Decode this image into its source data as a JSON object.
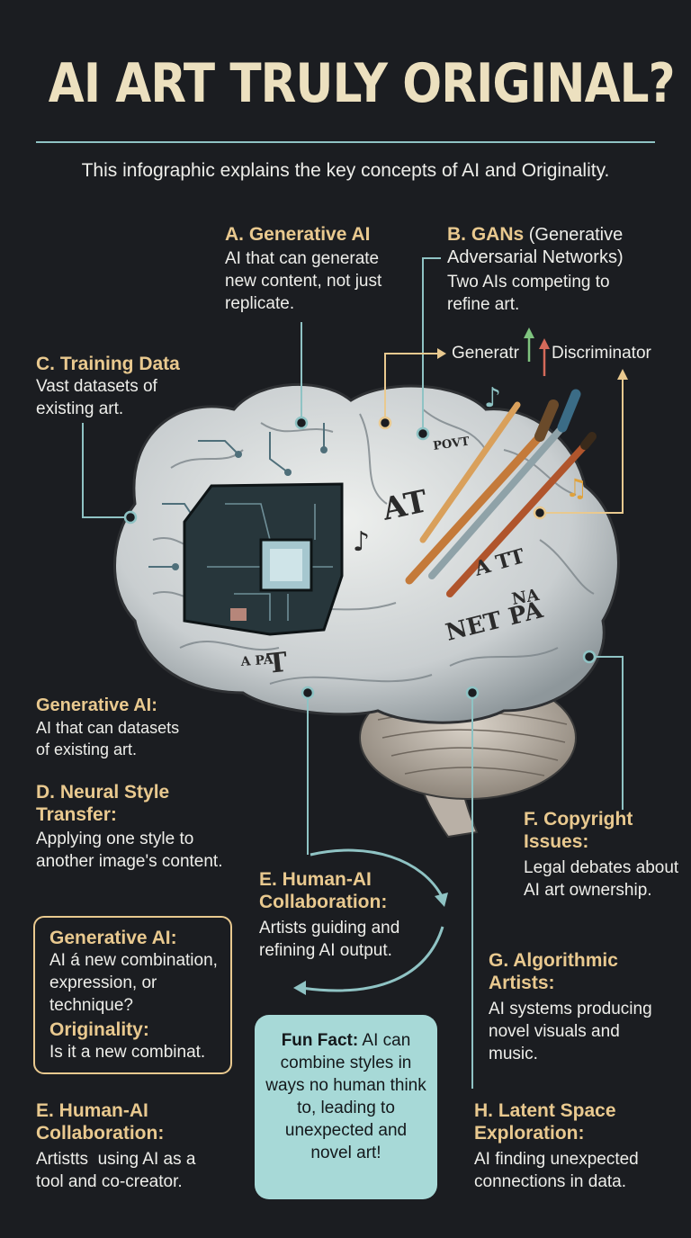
{
  "title": "AI ART TRULY ORIGINAL?",
  "subtitle": "This infographic explains the key concepts of AI and Originality.",
  "sections": {
    "a": {
      "heading": "A. Generative AI",
      "body": "AI that can generate new content, not just replicate."
    },
    "b": {
      "heading": "B. GANs",
      "heading_rest": " (Generative Adversarial Networks)",
      "body": "Two AIs competing to refine art."
    },
    "b_labels": {
      "generator": "Generatr",
      "discriminator": "Discriminator"
    },
    "c": {
      "heading": "C. Training Data",
      "body": "Vast datasets of existing art."
    },
    "gen2": {
      "heading": "Generative AI:",
      "body": "AI that can datasets of existing art."
    },
    "d": {
      "heading": "D. Neural Style Transfer:",
      "body": "Applying one style to another image's content."
    },
    "e1": {
      "heading": "E. Human-AI Collaboration:",
      "body": "Artists guiding and refining AI output."
    },
    "f": {
      "heading": "F. Copyright Issues:",
      "body": "Legal debates about AI art ownership."
    },
    "g": {
      "heading": "G. Algorithmic Artists:",
      "body": "AI systems producing novel visuals and music."
    },
    "h": {
      "heading": "H. Latent Space Exploration:",
      "body": "AI finding unexpected connections in data."
    },
    "e2": {
      "heading": "E. Human-AI Collaboration:",
      "body": "Artistts  using AI as a tool and co-creator."
    }
  },
  "box": {
    "heading1": "Generative AI:",
    "body1": "AI á new combination, expression, or technique?",
    "heading2": "Originality:",
    "body2": "Is it a new combinat."
  },
  "funfact": {
    "label": "Fun Fact:",
    "text": " AI can combine styles in ways no human think to, leading to unexpected and novel art!"
  },
  "brain_texts": [
    "AT",
    "T",
    "NET PA",
    "A TT",
    "POVT",
    "NA",
    "A PA"
  ],
  "colors": {
    "background": "#1b1d21",
    "heading": "#e9c98f",
    "title": "#ece0bf",
    "teal": "#8fc3c4",
    "funfact_bg": "#a7d9d7"
  }
}
